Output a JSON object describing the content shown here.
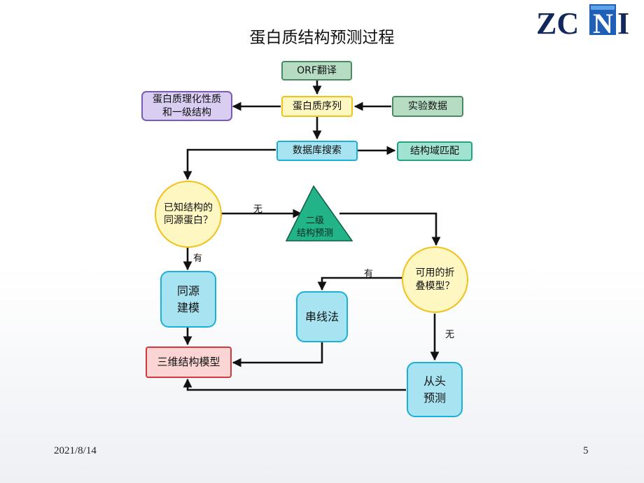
{
  "title": "蛋白质结构预测过程",
  "logo": {
    "letters": "ZCNI"
  },
  "nodes": {
    "orf": "ORF翻译",
    "sequence": "蛋白质序列",
    "experiment": "实验数据",
    "properties": "蛋白质理化性质\n和一级结构",
    "db_search": "数据库搜索",
    "domain_match": "结构域匹配",
    "known_q": "已知结构的\n同源蛋白？",
    "secondary": "二级\n结构预测",
    "homology": "同源\n建模",
    "fold_q": "可用的折\n叠模型？",
    "threading": "串线法",
    "model_3d": "三维结构模型",
    "de_novo": "从头\n预测"
  },
  "edge_labels": {
    "none_1": "无",
    "yes_1": "有",
    "yes_2": "有",
    "none_2": "无"
  },
  "colors": {
    "green_fill": "#b6ddc4",
    "green_border": "#4a8a62",
    "yellow_fill": "#fff7c2",
    "yellow_border": "#f0c21a",
    "purple_fill": "#d9cdf2",
    "purple_border": "#7b5ab5",
    "cyan_fill": "#a7e3f1",
    "cyan_border": "#1bb0d6",
    "teal_fill": "#9fe3d0",
    "teal_border": "#23a386",
    "triangle_fill": "#22b389",
    "red_fill": "#fbd4d4",
    "red_border": "#d3383c"
  },
  "footer": {
    "date": "2021/8/14",
    "page": "5"
  }
}
